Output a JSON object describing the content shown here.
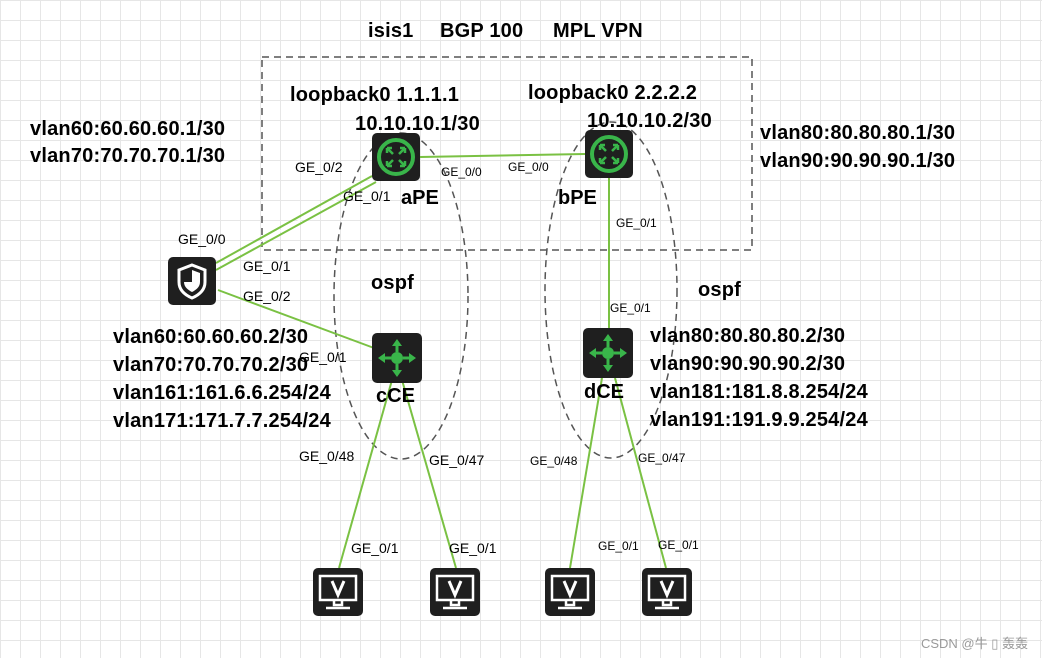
{
  "title": {
    "protocol1": "isis1",
    "protocol2": "BGP 100",
    "protocol3": "MPL VPN"
  },
  "devices": {
    "ape": {
      "label": "aPE",
      "loopback": "loopback0 1.1.1.1",
      "link_ip": "10.10.10.1/30"
    },
    "bpe": {
      "label": "bPE",
      "loopback": "loopback0 2.2.2.2",
      "link_ip": "10.10.10.2/30"
    },
    "cce": {
      "label": "cCE"
    },
    "dce": {
      "label": "dCE"
    }
  },
  "areas": {
    "left_ospf": "ospf",
    "right_ospf": "ospf"
  },
  "vlans": {
    "firewall_side": [
      "vlan60:60.60.60.1/30",
      "vlan70:70.70.70.1/30"
    ],
    "bpe_side": [
      "vlan80:80.80.80.1/30",
      "vlan90:90.90.90.1/30"
    ],
    "cce_side": [
      "vlan60:60.60.60.2/30",
      "vlan70:70.70.70.2/30",
      "vlan161:161.6.6.254/24",
      "vlan171:171.7.7.254/24"
    ],
    "dce_side": [
      "vlan80:80.80.80.2/30",
      "vlan90:90.90.90.2/30",
      "vlan181:181.8.8.254/24",
      "vlan191:191.9.9.254/24"
    ]
  },
  "ports": {
    "ape_ge02": "GE_0/2",
    "ape_ge01": "GE_0/1",
    "ape_ge00": "GE_0/0",
    "bpe_ge00": "GE_0/0",
    "bpe_ge01": "GE_0/1",
    "fw_ge00": "GE_0/0",
    "fw_ge01": "GE_0/1",
    "fw_ge02": "GE_0/2",
    "cce_ge01": "GE_0/1",
    "cce_ge48": "GE_0/48",
    "cce_ge47": "GE_0/47",
    "dce_ge01": "GE_0/1",
    "dce_ge48": "GE_0/48",
    "dce_ge47": "GE_0/47",
    "pc1_ge01": "GE_0/1",
    "pc2_ge01": "GE_0/1",
    "pc3_ge01": "GE_0/1",
    "pc4_ge01": "GE_0/1"
  },
  "icons": {
    "router": "router-icon",
    "switch": "switch-icon",
    "firewall": "firewall-shield-icon",
    "pc": "pc-monitor-icon"
  },
  "colors": {
    "link": "#7ac143",
    "device_dark": "#1f1f1f",
    "device_green": "#39b54a",
    "dashed": "#555555"
  },
  "watermark": "CSDN @牛 ▯ 轰轰"
}
